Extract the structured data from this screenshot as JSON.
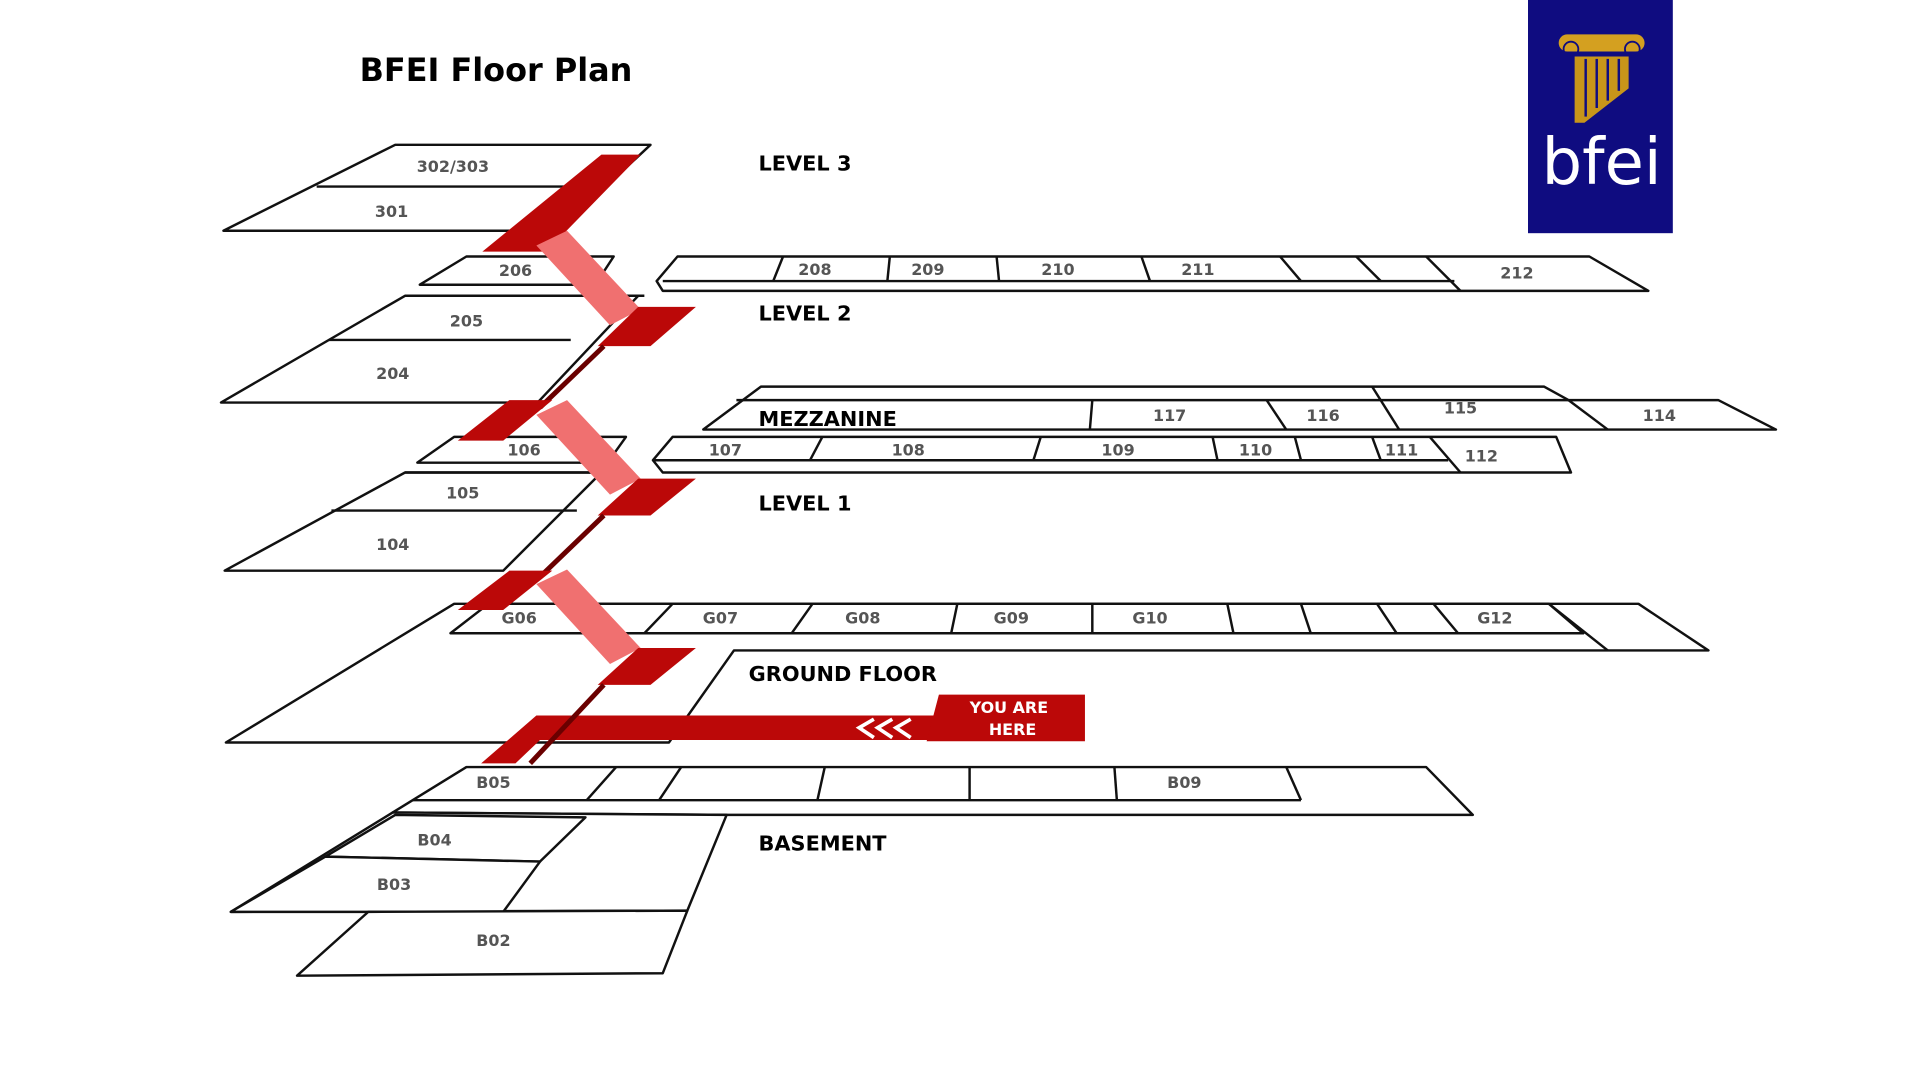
{
  "title": "BFEI Floor Plan",
  "logo": {
    "text": "bfei",
    "background": "#0f0c80",
    "accent": "#d4a020"
  },
  "you_are_here": {
    "line1": "YOU ARE",
    "line2": "HERE",
    "color": "#bb0808"
  },
  "levels": {
    "level3": {
      "label": "LEVEL 3",
      "rooms": [
        "302/303",
        "301"
      ]
    },
    "level2": {
      "label": "LEVEL 2",
      "rooms": [
        "206",
        "208",
        "209",
        "210",
        "211",
        "212",
        "205",
        "204"
      ]
    },
    "mezzanine": {
      "label": "MEZZANINE",
      "rooms": [
        "117",
        "116",
        "115",
        "114"
      ]
    },
    "level1": {
      "label": "LEVEL 1",
      "rooms": [
        "106",
        "107",
        "108",
        "109",
        "110",
        "111",
        "112",
        "105",
        "104"
      ]
    },
    "ground": {
      "label": "GROUND FLOOR",
      "rooms": [
        "G06",
        "G07",
        "G08",
        "G09",
        "G10",
        "G12"
      ]
    },
    "basement": {
      "label": "BASEMENT",
      "rooms": [
        "B05",
        "B09",
        "B04",
        "B03",
        "B02"
      ]
    }
  }
}
